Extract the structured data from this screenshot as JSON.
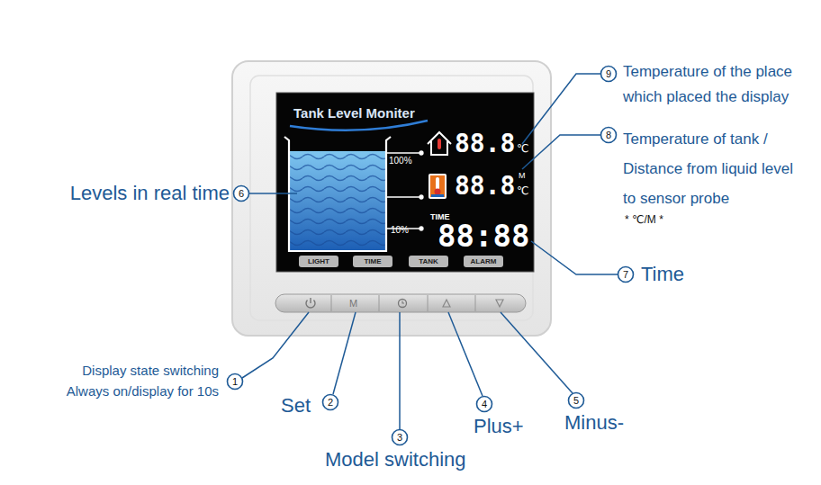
{
  "diagram": {
    "nodes": [
      {
        "text": [
          "LIGHT"
        ]
      },
      {
        "text": [
          "TIME"
        ]
      },
      {
        "text": [
          "TANK"
        ]
      },
      {
        "text": [
          "ALARM"
        ]
      }
    ],
    "labels": [
      "Tank Level Moniter",
      "100%",
      "10%",
      "88.8",
      "℃",
      "88.8",
      "M",
      "℃",
      "TIME",
      "88:88",
      "M",
      "9",
      "Temperature of the place which placed the display",
      "8",
      "Temperature of tank / Distance from liquid level to sensor probe",
      "* ℃/M *",
      "7",
      "Time",
      "6",
      "Levels in real time",
      "1",
      "Display state switching",
      "Always on/display for 10s",
      "2",
      "Set",
      "3",
      "Model switching",
      "4",
      "Plus+",
      "5",
      "Minus-"
    ]
  }
}
